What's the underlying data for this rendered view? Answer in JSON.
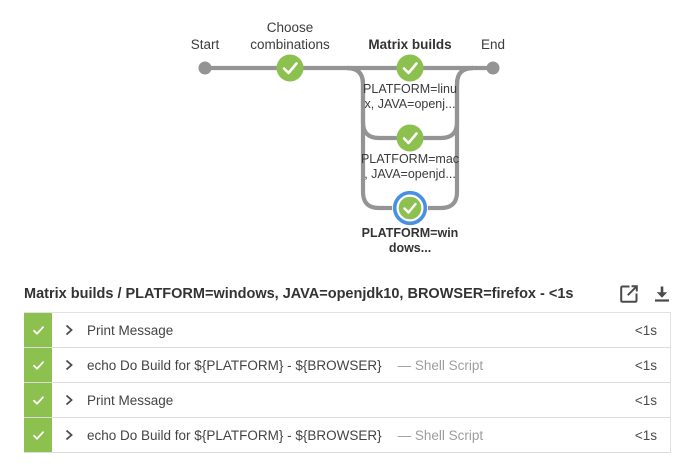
{
  "colors": {
    "success_green": "#8CC04F",
    "selected_blue": "#4A90E2",
    "connector_gray": "#949494"
  },
  "graph": {
    "stages": [
      {
        "name": "Start"
      },
      {
        "name": "Choose combinations"
      },
      {
        "name": "Matrix builds"
      },
      {
        "name": "End"
      }
    ],
    "branches": [
      {
        "lines": [
          "PLATFORM=linu",
          "x, JAVA=openj..."
        ],
        "selected": false
      },
      {
        "lines": [
          "PLATFORM=mac",
          ", JAVA=openjd..."
        ],
        "selected": false
      },
      {
        "lines": [
          "PLATFORM=win",
          "dows..."
        ],
        "selected": true
      }
    ]
  },
  "detail": {
    "title": "Matrix builds / PLATFORM=windows, JAVA=openjdk10, BROWSER=firefox - <1s",
    "header_icons": [
      "open-in-new-icon",
      "download-icon"
    ],
    "steps": [
      {
        "label": "Print Message",
        "sub": "",
        "duration": "<1s",
        "status": "success"
      },
      {
        "label": "echo Do Build for ${PLATFORM} - ${BROWSER}",
        "sub": "— Shell Script",
        "duration": "<1s",
        "status": "success"
      },
      {
        "label": "Print Message",
        "sub": "",
        "duration": "<1s",
        "status": "success"
      },
      {
        "label": "echo Do Build for ${PLATFORM} - ${BROWSER}",
        "sub": "— Shell Script",
        "duration": "<1s",
        "status": "success"
      }
    ]
  }
}
